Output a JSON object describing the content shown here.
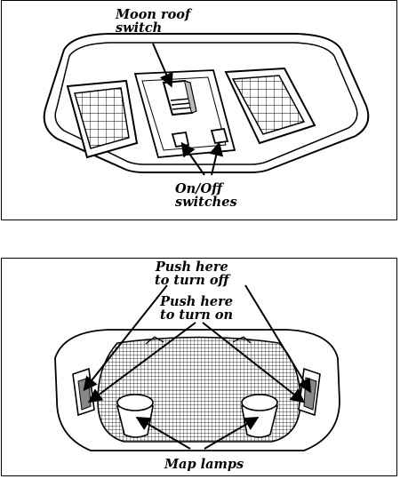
{
  "top_diagram": {
    "moon_roof_label": [
      "Moon roof",
      "switch"
    ],
    "on_off_label": [
      "On/Off",
      "switches"
    ]
  },
  "bottom_diagram": {
    "push_off_label": [
      "Push here",
      "to turn off"
    ],
    "push_on_label": [
      "Push here",
      "to turn on"
    ],
    "map_lamps_label": "Map lamps"
  }
}
